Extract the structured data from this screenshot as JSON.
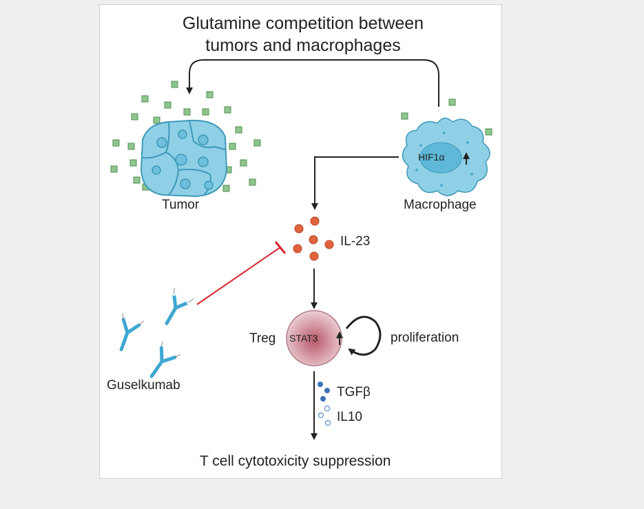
{
  "title_line1": "Glutamine competition between",
  "title_line2": "tumors and macrophages",
  "labels": {
    "tumor": "Tumor",
    "macrophage": "Macrophage",
    "hif": "HIF1α",
    "il23": "IL-23",
    "treg": "Treg",
    "stat3": "STAT3",
    "proliferation": "proliferation",
    "guselkumab": "Guselkumab",
    "tgfb": "TGFβ",
    "il10": "IL10",
    "bottom": "T cell cytotoxicity suppression"
  },
  "colors": {
    "glutamine": "#8fc58f",
    "cell_fill": "#8fd0e6",
    "cell_stroke": "#3d99b8",
    "il23_dot": "#e0633c",
    "inhibit_line": "#d9242b",
    "treg_fill": "#d6a0aa",
    "antibody": "#3ea7d3",
    "arrow": "#222222"
  }
}
